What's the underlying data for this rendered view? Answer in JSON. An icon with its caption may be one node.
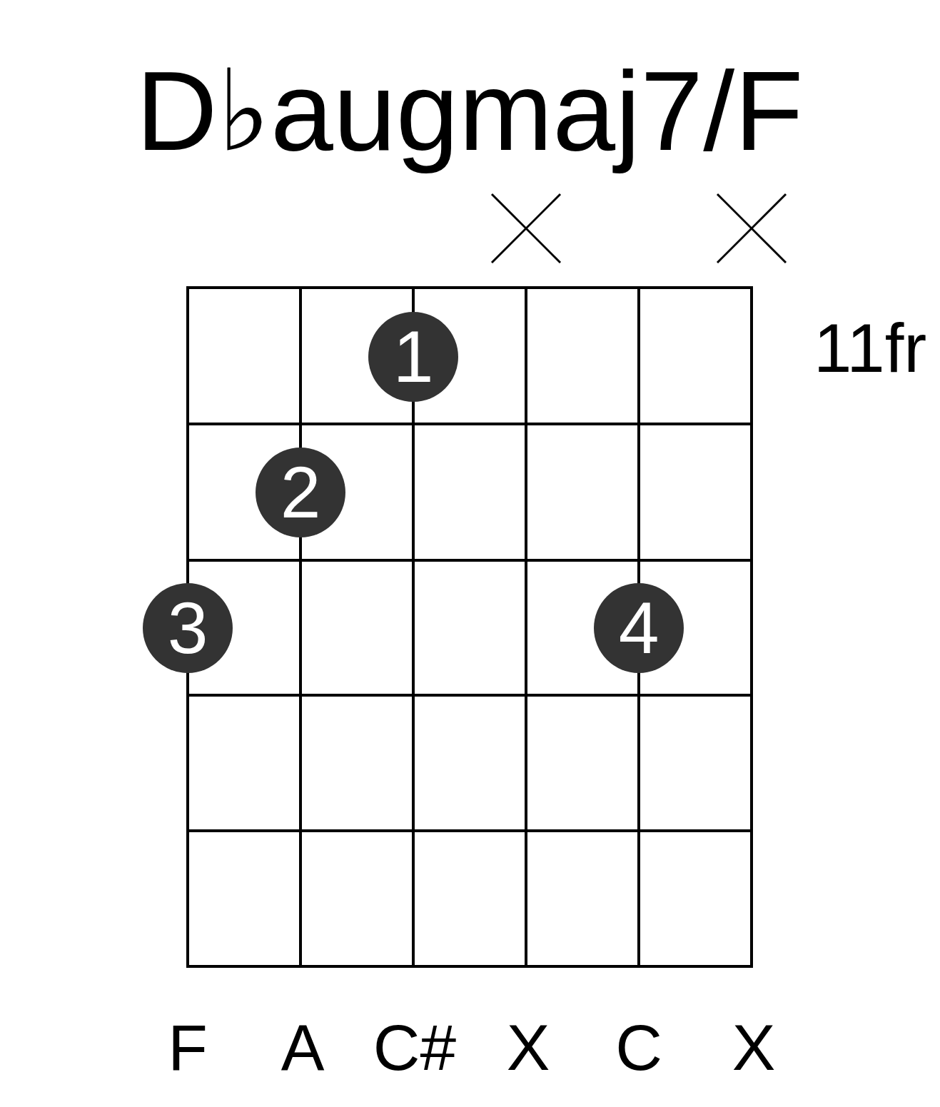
{
  "diagram": {
    "title": "D♭augmaj7/F",
    "nodes": [
      {
        "text": [
          "1"
        ]
      },
      {
        "text": [
          "2"
        ]
      },
      {
        "text": [
          "3"
        ]
      },
      {
        "text": [
          "4"
        ]
      }
    ],
    "labels": [
      "11fr",
      "F",
      "A",
      "C#",
      "X",
      "C",
      "X"
    ]
  }
}
